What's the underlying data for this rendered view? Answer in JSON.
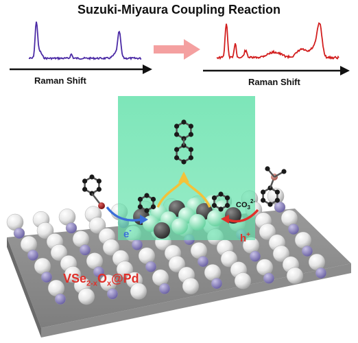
{
  "title": "Suzuki-Miyaura Coupling Reaction",
  "spectra": {
    "left_axis_label": "Raman Shift",
    "right_axis_label": "Raman Shift",
    "left_color": "#4b2aa5",
    "right_color": "#d21e1e",
    "transition_arrow_color": "#f4a0a0"
  },
  "scene": {
    "light_beam_color": "#5ee0a8",
    "electron_label": "e",
    "electron_charge": "-",
    "proton_label": "h",
    "proton_charge": "+",
    "carbonate_label": "CO",
    "carbonate_subscript": "3",
    "carbonate_charge": "2-"
  },
  "material": {
    "part1": "VSe",
    "sub1": "2-x",
    "part2": "O",
    "sub2": "x",
    "part3": "@Pd",
    "color": "#e0302a"
  }
}
